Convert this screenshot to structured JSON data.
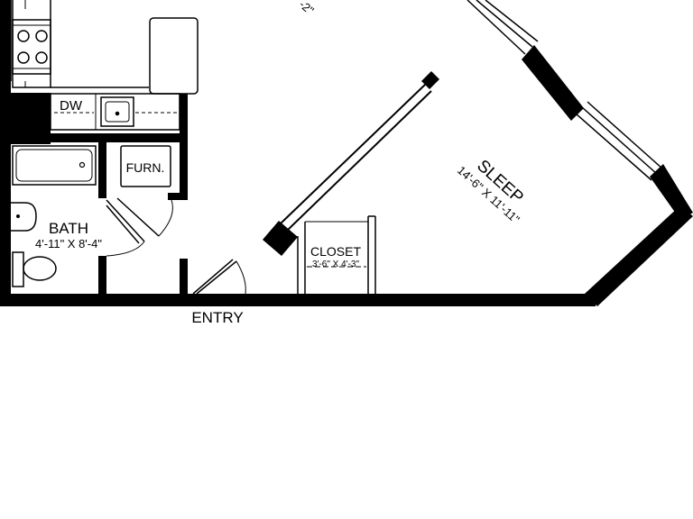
{
  "plan": {
    "colors": {
      "wall": "#000000",
      "line": "#000000",
      "background": "#ffffff"
    },
    "rooms": {
      "sleep": {
        "name": "SLEEP",
        "dims": "14'-6\" X 11'-11\""
      },
      "bath": {
        "name": "BATH",
        "dims": "4'-11\" X 8'-4\""
      },
      "closet": {
        "name": "CLOSET",
        "dims": "3'-6\" X 4'-3\""
      }
    },
    "fixtures": {
      "furnace": "FURN.",
      "dishwasher": "DW",
      "cut_text": "-2\""
    },
    "entry": "ENTRY"
  }
}
